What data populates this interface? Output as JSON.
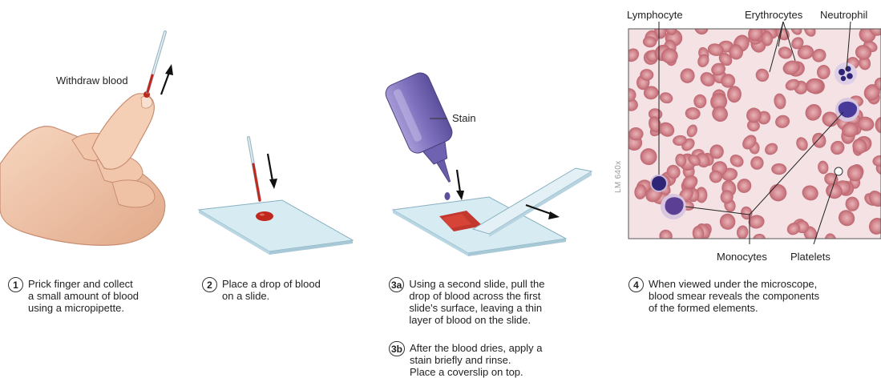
{
  "panel1": {
    "label_withdraw": "Withdraw blood",
    "step_number": "1",
    "step_text": "Prick finger and collect\na small amount of blood\nusing a micropipette."
  },
  "panel2": {
    "step_number": "2",
    "step_text": "Place a drop of blood\non a slide."
  },
  "panel3": {
    "label_stain": "Stain",
    "step_a_number": "3a",
    "step_a_text": "Using a second slide, pull the\ndrop of blood across the first\nslide's surface, leaving a thin\nlayer of blood on the slide.",
    "step_b_number": "3b",
    "step_b_text": "After the blood dries, apply a\nstain briefly and rinse.\nPlace a coverslip on top."
  },
  "panel4": {
    "label_lymphocyte": "Lymphocyte",
    "label_erythrocytes": "Erythrocytes",
    "label_neutrophil": "Neutrophil",
    "label_monocytes": "Monocytes",
    "label_platelets": "Platelets",
    "magnification": "LM 640x",
    "step_number": "4",
    "step_text": "When viewed under the microscope,\nblood smear reveals the components\nof the formed elements."
  },
  "colors": {
    "blood": "#c0271d",
    "erythrocyte": "#cf7f86",
    "smear_background": "#f4e2e4",
    "leukocyte_nucleus": "#3b2d82",
    "slide_glass": "#cfe5ef",
    "stain_bottle": "#8c7fc4",
    "skin": "#f0c9ad"
  }
}
